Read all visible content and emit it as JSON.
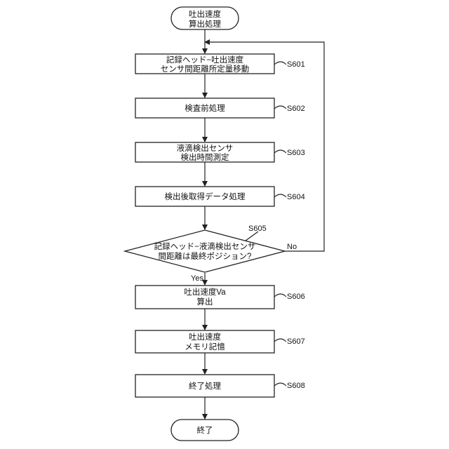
{
  "flowchart": {
    "start": {
      "lines": [
        "吐出速度",
        "算出処理"
      ]
    },
    "steps": [
      {
        "id": "S601",
        "lines": [
          "記録ヘッド−吐出速度",
          "センサ間距離所定量移動"
        ]
      },
      {
        "id": "S602",
        "lines": [
          "検査前処理"
        ]
      },
      {
        "id": "S603",
        "lines": [
          "液滴検出センサ",
          "検出時間測定"
        ]
      },
      {
        "id": "S604",
        "lines": [
          "検出後取得データ処理"
        ]
      }
    ],
    "decision": {
      "id": "S605",
      "lines": [
        "記録ヘッド−液滴検出センサ",
        "間距離は最終ポジション?"
      ],
      "yes_label": "Yes",
      "no_label": "No"
    },
    "after_steps": [
      {
        "id": "S606",
        "lines": [
          "吐出速度Va",
          "算出"
        ]
      },
      {
        "id": "S607",
        "lines": [
          "吐出速度",
          "メモリ記憶"
        ]
      },
      {
        "id": "S608",
        "lines": [
          "終了処理"
        ]
      }
    ],
    "end": {
      "lines": [
        "終了"
      ]
    }
  }
}
